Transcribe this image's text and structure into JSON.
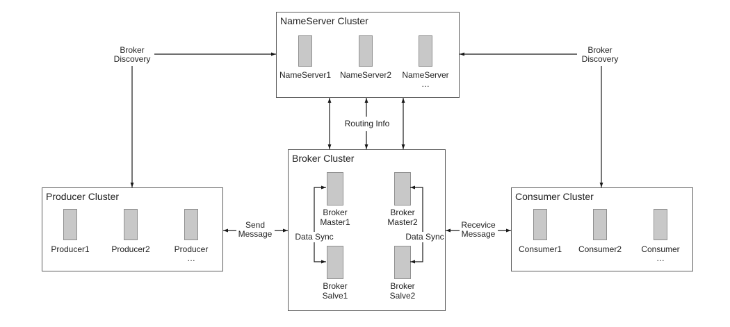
{
  "colors": {
    "background": "#ffffff",
    "cluster_border": "#5a5a5a",
    "node_fill": "#c8c8c8",
    "node_border": "#8f8f8f",
    "text": "#1f1f1f",
    "arrow": "#1a1a1a"
  },
  "nameserver_cluster": {
    "title": "NameServer Cluster",
    "nodes": [
      {
        "lines": [
          "NameServer1"
        ]
      },
      {
        "lines": [
          "NameServer2"
        ]
      },
      {
        "lines": [
          "NameServer",
          "…"
        ]
      }
    ]
  },
  "broker_cluster": {
    "title": "Broker Cluster",
    "nodes": [
      {
        "lines": [
          "Broker",
          "Master1"
        ]
      },
      {
        "lines": [
          "Broker",
          "Master2"
        ]
      },
      {
        "lines": [
          "Broker",
          "Salve1"
        ]
      },
      {
        "lines": [
          "Broker",
          "Salve2"
        ]
      }
    ],
    "sync_labels": [
      "Data Sync",
      "Data Sync"
    ]
  },
  "producer_cluster": {
    "title": "Producer Cluster",
    "nodes": [
      {
        "lines": [
          "Producer1"
        ]
      },
      {
        "lines": [
          "Producer2"
        ]
      },
      {
        "lines": [
          "Producer",
          "…"
        ]
      }
    ]
  },
  "consumer_cluster": {
    "title": "Consumer Cluster",
    "nodes": [
      {
        "lines": [
          "Consumer1"
        ]
      },
      {
        "lines": [
          "Consumer2"
        ]
      },
      {
        "lines": [
          "Consumer",
          "…"
        ]
      }
    ]
  },
  "edge_labels": {
    "producer_discovery": [
      "Broker",
      "Discovery"
    ],
    "consumer_discovery": [
      "Broker",
      "Discovery"
    ],
    "routing_info": "Routing Info",
    "send_message": [
      "Send",
      "Message"
    ],
    "receive_message": [
      "Recevice",
      "Message"
    ]
  }
}
